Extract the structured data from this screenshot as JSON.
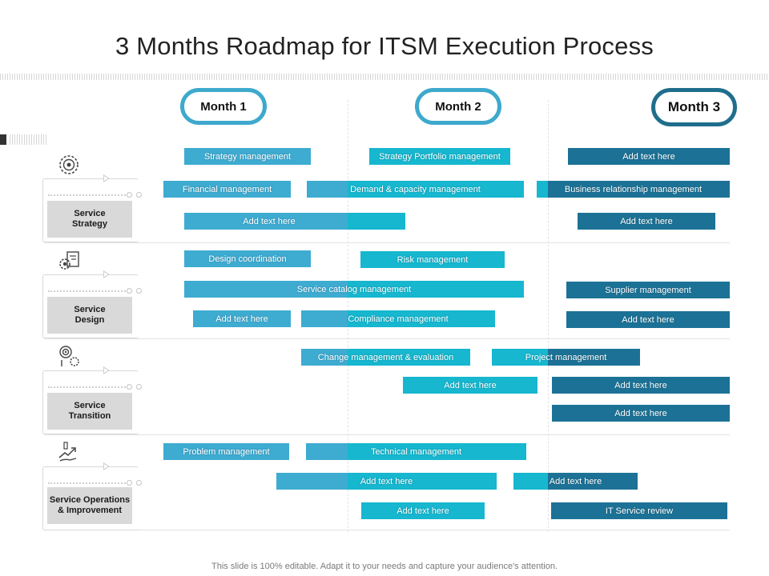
{
  "page": {
    "title": "3 Months Roadmap for ITSM Execution Process",
    "footer": "This slide is 100% editable. Adapt it to your needs and capture your audience's attention."
  },
  "colors": {
    "light": "#3eabd1",
    "teal": "#16b7cf",
    "dark": "#1c7296",
    "pill_light": "#3ea9cc",
    "pill_dark": "#1f6e8c"
  },
  "months": [
    {
      "label": "Month 1"
    },
    {
      "label": "Month 2"
    },
    {
      "label": "Month 3"
    }
  ],
  "categories": [
    {
      "label": "Service\nStrategy",
      "icon": "strategy-gear-icon"
    },
    {
      "label": "Service\nDesign",
      "icon": "design-gear-icon"
    },
    {
      "label": "Service\nTransition",
      "icon": "target-gear-icon"
    },
    {
      "label": "Service Operations\n& Improvement",
      "icon": "hand-growth-icon"
    }
  ],
  "tasks": [
    {
      "label": "Strategy management"
    },
    {
      "label": "Strategy Portfolio management"
    },
    {
      "label": "Add text here"
    },
    {
      "label": "Financial management"
    },
    {
      "label": "Demand & capacity management"
    },
    {
      "label": "Business relationship management"
    },
    {
      "label": "Add text here"
    },
    {
      "label": "Add text here"
    },
    {
      "label": "Design coordination"
    },
    {
      "label": "Risk management"
    },
    {
      "label": "Service catalog management"
    },
    {
      "label": "Supplier management"
    },
    {
      "label": "Add text here"
    },
    {
      "label": "Compliance management"
    },
    {
      "label": "Add text here"
    },
    {
      "label": "Change management & evaluation"
    },
    {
      "label": "Project management"
    },
    {
      "label": "Add text here"
    },
    {
      "label": "Add text here"
    },
    {
      "label": "Add text here"
    },
    {
      "label": "Problem management"
    },
    {
      "label": "Technical management"
    },
    {
      "label": "Add text here"
    },
    {
      "label": "Add text here"
    },
    {
      "label": "Add text here"
    },
    {
      "label": "IT  Service review"
    }
  ]
}
